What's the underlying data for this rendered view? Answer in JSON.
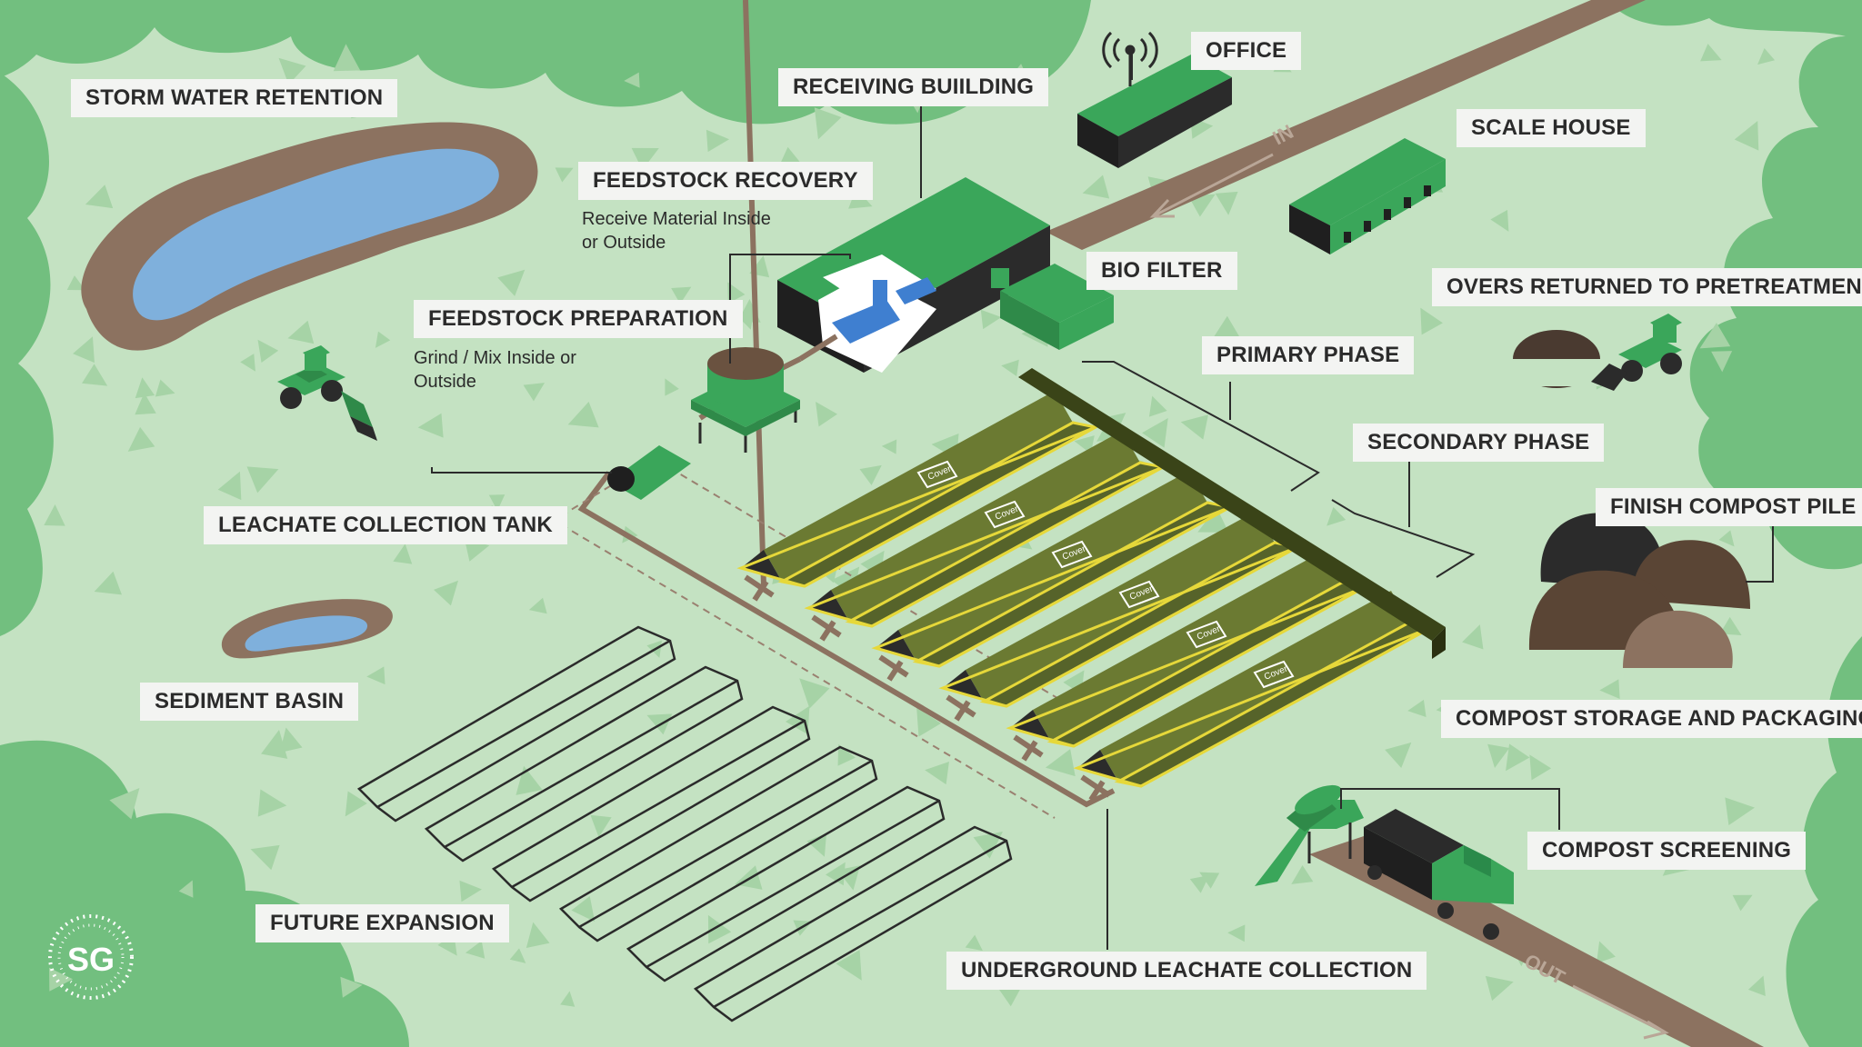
{
  "labels": {
    "storm_water_retention": "STORM WATER RETENTION",
    "receiving_building": "RECEIVING BUIILDING",
    "office": "OFFICE",
    "scale_house": "SCALE HOUSE",
    "feedstock_recovery": "FEEDSTOCK RECOVERY",
    "feedstock_preparation": "FEEDSTOCK PREPARATION",
    "bio_filter": "BIO FILTER",
    "overs_returned": "OVERS RETURNED TO PRETREATMENT",
    "primary_phase": "PRIMARY PHASE",
    "secondary_phase": "SECONDARY PHASE",
    "finish_compost_pile": "FINISH COMPOST PILE",
    "leachate_collection_tank": "LEACHATE COLLECTION TANK",
    "sediment_basin": "SEDIMENT BASIN",
    "compost_storage": "COMPOST STORAGE AND PACKAGING",
    "compost_screening": "COMPOST SCREENING",
    "future_expansion": "FUTURE EXPANSION",
    "underground_leachate": "UNDERGROUND LEACHATE COLLECTION"
  },
  "subtexts": {
    "feedstock_recovery": [
      "Receive Material Inside",
      "or Outside"
    ],
    "feedstock_preparation": [
      "Grind / Mix Inside or",
      "Outside"
    ]
  },
  "road": {
    "in_label": "IN",
    "out_label": "OUT"
  },
  "windrow_cover_text": "Cover",
  "logo": {
    "text": "SG"
  },
  "colors": {
    "background": "#c4e2c2",
    "tree_canopy": "#72bf7f",
    "building_green": "#3aa65a",
    "building_dark": "#2a2a2a",
    "windrow_olive": "#56632a",
    "windrow_edge": "#e6d83a",
    "road_brown": "#8c7260",
    "water_blue": "#7fb0dc",
    "compost_dark": "#4a3a30",
    "label_bg": "#f3f4f2"
  },
  "icons": [
    "antenna-icon",
    "loader-tractor-icon",
    "screening-truck-icon",
    "sg-logo-icon"
  ]
}
